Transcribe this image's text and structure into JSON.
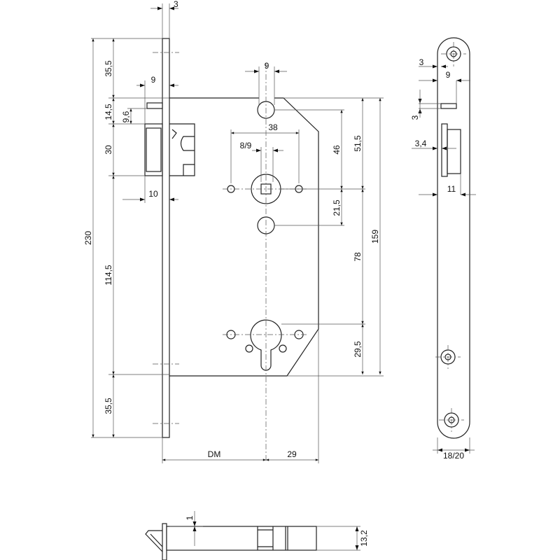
{
  "drawing": {
    "title": "Mortise lock technical drawing",
    "front_view": {
      "dims": {
        "plate_thickness": "3",
        "top_to_case": "35,5",
        "deadbolt_offset": "14,5",
        "deadbolt_height": "9,6",
        "latch_height": "30",
        "total_height": "230",
        "mid_length": "114,5",
        "bottom_to_case": "35,5",
        "deadbolt_throw": "9",
        "latch_throw": "10",
        "top_hole": "9",
        "screw_spacing": "38",
        "spindle": "8/9",
        "hole_to_spindle": "46",
        "case_top_to_spindle": "51,5",
        "spindle_to_hole": "21,5",
        "spindle_to_cylinder": "78",
        "cylinder_to_bottom": "29,5",
        "case_height": "159",
        "backset": "DM",
        "case_offset": "29"
      }
    },
    "side_view": {
      "dims": {
        "a": "3",
        "b": "9",
        "c": "3",
        "d": "3,4",
        "e": "11",
        "width": "18/20"
      }
    },
    "bottom_view": {
      "dims": {
        "plate": "1",
        "depth": "13,2"
      }
    }
  }
}
